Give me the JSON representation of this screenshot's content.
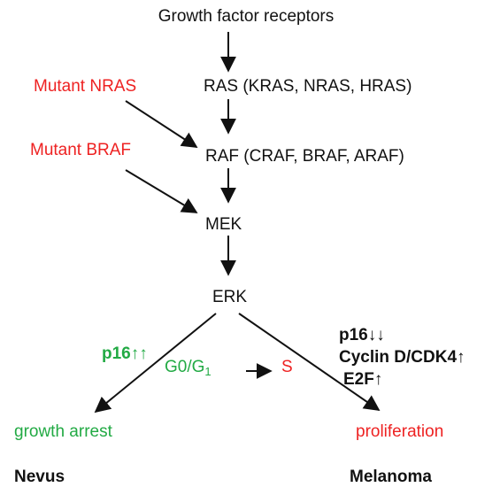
{
  "colors": {
    "black": "#111111",
    "red": "#ee2222",
    "green": "#22aa44"
  },
  "nodes": {
    "receptors": "Growth factor receptors",
    "ras": "RAS (KRAS, NRAS, HRAS)",
    "raf": "RAF (CRAF, BRAF, ARAF)",
    "mek": "MEK",
    "erk": "ERK"
  },
  "mutations": {
    "nras": "Mutant NRAS",
    "braf": "Mutant BRAF"
  },
  "left_branch": {
    "marker": "p16↑↑",
    "phase": "G0/G",
    "phase_sub": "1",
    "outcome": "growth arrest",
    "lesion": "Nevus"
  },
  "right_branch": {
    "phase": "S",
    "markers": [
      "p16↓↓",
      "Cyclin D/CDK4↑",
      "E2F↑"
    ],
    "outcome": "proliferation",
    "lesion": "Melanoma"
  }
}
